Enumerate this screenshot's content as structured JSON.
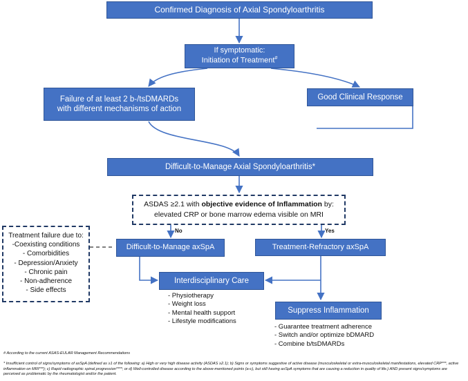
{
  "colors": {
    "box_fill": "#4472c4",
    "box_border": "#2f5597",
    "arrow": "#4472c4",
    "dashed_border": "#1f3864"
  },
  "boxes": {
    "diagnosis": "Confirmed Diagnosis of Axial Spondyloarthritis",
    "initiation_line1": "If symptomatic:",
    "initiation_line2": "Initiation of Treatment",
    "initiation_sup": "#",
    "failure_line1": "Failure of at least 2 b-/tsDMARDs",
    "failure_line2": "with different mechanisms of action",
    "good_response": "Good Clinical Response",
    "d2m": "Difficult-to-Manage Axial Spondyloarthritis*",
    "d2m_short": "Difficult-to-Manage axSpA",
    "refractory": "Treatment-Refractory axSpA",
    "interdisciplinary": "Interdisciplinary Care",
    "suppress": "Suppress Inflammation"
  },
  "asdas": {
    "line1_prefix": "ASDAS ≥2.1 with ",
    "line1_bold": "objective evidence of Inflammation",
    "line1_suffix": " by:",
    "line2": "elevated CRP or bone marrow edema visible on MRI"
  },
  "branch_labels": {
    "no": "No",
    "yes": "Yes"
  },
  "treatment_failure": {
    "title": "Treatment failure due to:",
    "items": [
      "-Coexisting conditions",
      "- Comorbidities",
      "- Depression/Anxiety",
      "- Chronic pain",
      "- Non-adherence",
      "- Side effects"
    ]
  },
  "care_items": [
    "- Physiotherapy",
    "- Weight loss",
    "- Mental health support",
    "- Lifestyle modifications"
  ],
  "suppress_items": [
    "- Guarantee treatment adherence",
    "- Switch and/or optimize bDMARD",
    "- Combine b/tsDMARDs"
  ],
  "footnotes": {
    "hash": "# According to the current ASAS-EULAR Management Recommendations",
    "star": "* Insufficient control of signs/symptoms of axSpA (defined as ≥1 of the following: a) High or very high disease activity (ASDAS ≥2.1); b) Signs or symptoms suggestive of active disease (musculoskeletal or extra-musculoskeletal manifestations, elevated CRP***, active inflammation on MRI***); c) Rapid radiographic spinal progression****; or d) Well-controlled disease according to the above-mentioned points (a-c), but still having axSpA symptoms that are causing a reduction in quality of life.) AND present signs/symptoms are perceived as problematic by the rheumatologist and/or the patient."
  }
}
